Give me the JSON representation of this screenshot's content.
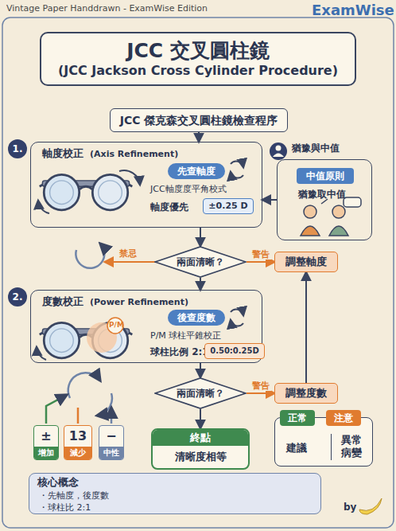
{
  "diagram": {
    "nodes": [
      {
        "text": [
          "JCC 交叉圓柱鏡",
          "(JCC Jackson Cross Cylinder Procedure)"
        ]
      },
      {
        "text": [
          "JCC 傑克森交叉圓柱鏡檢查程序"
        ]
      },
      {
        "text": [
          "1.",
          "軸度校正",
          "(Axis Refinement)",
          "JCC軸度度平角校式",
          "軸度優先"
        ]
      },
      {
        "text": [
          "先查軸度"
        ],
        "in": 2
      },
      {
        "text": [
          "±0.25 D"
        ],
        "in": 2
      },
      {
        "text": [
          "猶豫與中值",
          "猶豫取中值"
        ]
      },
      {
        "text": [
          "中值原則"
        ],
        "in": 5
      },
      {
        "text": [
          "兩面清晰？"
        ]
      },
      {
        "text": [
          "調整軸度"
        ]
      },
      {
        "text": [
          "2.",
          "度數校正",
          "(Power Refinement)",
          "P/M 球柱平錐校正",
          "球柱比例 2:1"
        ]
      },
      {
        "text": [
          "後查度數"
        ],
        "in": 9
      },
      {
        "text": [
          "0.50:0.25D"
        ],
        "in": 9
      },
      {
        "text": [
          "兩面清晰？"
        ]
      },
      {
        "text": [
          "調整度數"
        ]
      },
      {
        "text": [
          "±",
          "增加"
        ]
      },
      {
        "text": [
          "13",
          "減少"
        ]
      },
      {
        "text": [
          "−",
          "中性"
        ]
      },
      {
        "text": [
          "終點",
          "清晰度相等"
        ]
      },
      {
        "text": [
          "建議",
          "異常 病變"
        ]
      },
      {
        "text": [
          "正常"
        ],
        "in": 18
      },
      {
        "text": [
          "注意"
        ],
        "in": 18
      },
      {
        "text": [
          "核心概念",
          "・先軸度，後度數",
          "・球柱比 2:1"
        ]
      }
    ],
    "edges": [
      {
        "from": 1,
        "to": 2,
        "arrow": "to"
      },
      {
        "from": 5,
        "to": 2,
        "arrow": "to"
      },
      {
        "from": 2,
        "to": 7,
        "arrow": "to"
      },
      {
        "from": 7,
        "to": 8,
        "label": "警告",
        "arrow": "to"
      },
      {
        "from": 7,
        "to": 9,
        "arrow": "to"
      },
      {
        "from": 13,
        "to": 8,
        "arrow": "to"
      },
      {
        "from": 9,
        "to": 12,
        "arrow": "to"
      },
      {
        "from": 12,
        "to": 13,
        "label": "警告",
        "arrow": "to"
      },
      {
        "from": 12,
        "to": 17,
        "arrow": "to"
      }
    ],
    "labels": [
      "Vintage Paper Handdrawn - ExamWise Edition",
      "ExamWise",
      "禁忌",
      "by",
      "P/M"
    ]
  }
}
